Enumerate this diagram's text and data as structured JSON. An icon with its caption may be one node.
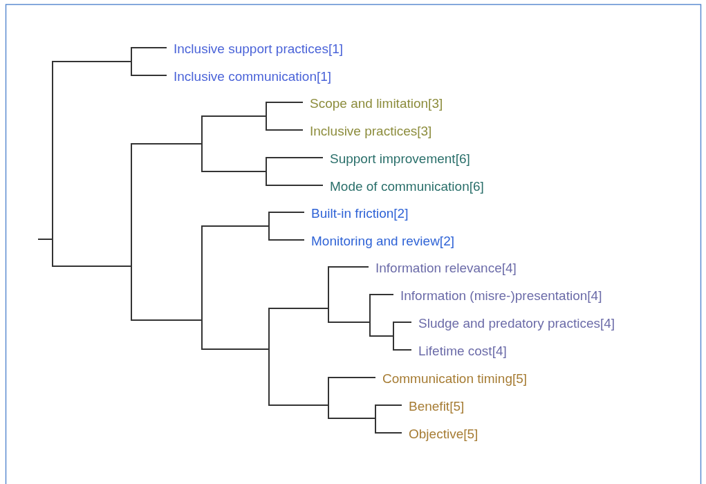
{
  "diagram": {
    "nodes": [
      {
        "text": [
          "Inclusive support practices[1]"
        ]
      },
      {
        "text": [
          "Inclusive communication[1]"
        ]
      },
      {
        "text": [
          "Scope and limitation[3]"
        ]
      },
      {
        "text": [
          "Inclusive practices[3]"
        ]
      },
      {
        "text": [
          "Support improvement[6]"
        ]
      },
      {
        "text": [
          "Mode of communication[6]"
        ]
      },
      {
        "text": [
          "Built-in friction[2]"
        ]
      },
      {
        "text": [
          "Monitoring and review[2]"
        ]
      },
      {
        "text": [
          "Information relevance[4]"
        ]
      },
      {
        "text": [
          "Information (misre-)presentation[4]"
        ]
      },
      {
        "text": [
          "Sludge and predatory practices[4]"
        ]
      },
      {
        "text": [
          "Lifetime cost[4]"
        ]
      },
      {
        "text": [
          "Communication timing[5]"
        ]
      },
      {
        "text": [
          "Benefit[5]"
        ]
      },
      {
        "text": [
          "Objective[5]"
        ]
      },
      {
        "text": [],
        "shape": "bar"
      },
      {
        "text": [],
        "shape": "bar"
      },
      {
        "text": [],
        "shape": "bar"
      },
      {
        "text": [],
        "shape": "bar"
      },
      {
        "text": [],
        "shape": "bar"
      },
      {
        "text": [],
        "shape": "bar"
      },
      {
        "text": [],
        "shape": "bar"
      },
      {
        "text": [],
        "shape": "bar"
      },
      {
        "text": [],
        "shape": "bar"
      },
      {
        "text": [],
        "shape": "bar"
      },
      {
        "text": [],
        "shape": "bar"
      },
      {
        "text": [],
        "shape": "bar"
      },
      {
        "text": [],
        "shape": "bar"
      },
      {
        "text": [],
        "shape": "bar"
      }
    ],
    "edges": [
      {
        "from": null,
        "to": 15,
        "arrow": "none"
      },
      {
        "from": 15,
        "to": 16,
        "arrow": "none"
      },
      {
        "from": 15,
        "to": 17,
        "arrow": "none"
      },
      {
        "from": 16,
        "to": 0,
        "arrow": "none"
      },
      {
        "from": 16,
        "to": 1,
        "arrow": "none"
      },
      {
        "from": 17,
        "to": 18,
        "arrow": "none"
      },
      {
        "from": 17,
        "to": 21,
        "arrow": "none"
      },
      {
        "from": 18,
        "to": 19,
        "arrow": "none"
      },
      {
        "from": 18,
        "to": 20,
        "arrow": "none"
      },
      {
        "from": 19,
        "to": 2,
        "arrow": "none"
      },
      {
        "from": 19,
        "to": 3,
        "arrow": "none"
      },
      {
        "from": 20,
        "to": 4,
        "arrow": "none"
      },
      {
        "from": 20,
        "to": 5,
        "arrow": "none"
      },
      {
        "from": 21,
        "to": 22,
        "arrow": "none"
      },
      {
        "from": 21,
        "to": 23,
        "arrow": "none"
      },
      {
        "from": 22,
        "to": 6,
        "arrow": "none"
      },
      {
        "from": 22,
        "to": 7,
        "arrow": "none"
      },
      {
        "from": 23,
        "to": 24,
        "arrow": "none"
      },
      {
        "from": 23,
        "to": 27,
        "arrow": "none"
      },
      {
        "from": 24,
        "to": 8,
        "arrow": "none"
      },
      {
        "from": 24,
        "to": 25,
        "arrow": "none"
      },
      {
        "from": 25,
        "to": 9,
        "arrow": "none"
      },
      {
        "from": 25,
        "to": 26,
        "arrow": "none"
      },
      {
        "from": 26,
        "to": 10,
        "arrow": "none"
      },
      {
        "from": 26,
        "to": 11,
        "arrow": "none"
      },
      {
        "from": 27,
        "to": 12,
        "arrow": "none"
      },
      {
        "from": 27,
        "to": 28,
        "arrow": "none"
      },
      {
        "from": 28,
        "to": 13,
        "arrow": "none"
      },
      {
        "from": 28,
        "to": 14,
        "arrow": "none"
      }
    ]
  }
}
